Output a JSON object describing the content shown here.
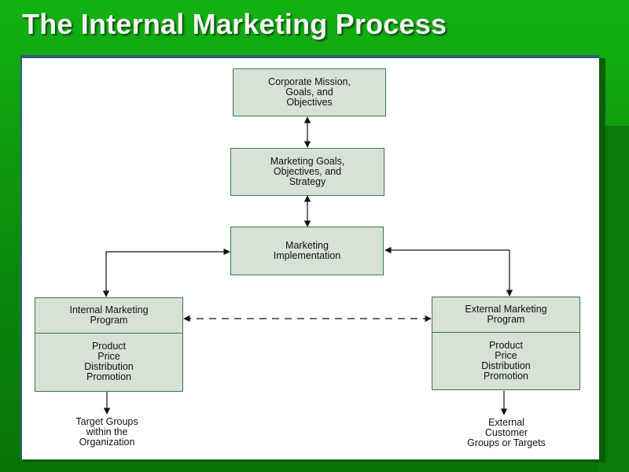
{
  "slide": {
    "title": "The Internal Marketing Process"
  },
  "diagram": {
    "corporate": "Corporate Mission,\nGoals, and\nObjectives",
    "marketing_goals": "Marketing Goals,\nObjectives, and\nStrategy",
    "implementation": "Marketing\nImplementation",
    "internal_program": {
      "title": "Internal Marketing\nProgram",
      "mix": "Product\nPrice\nDistribution\nPromotion",
      "target": "Target Groups\nwithin the\nOrganization"
    },
    "external_program": {
      "title": "External Marketing\nProgram",
      "mix": "Product\nPrice\nDistribution\nPromotion",
      "target": "External\nCustomer\nGroups or Targets"
    }
  },
  "colors": {
    "box_fill": "#d7e1d6",
    "box_border": "#357a48",
    "background": "#0fa00f"
  }
}
